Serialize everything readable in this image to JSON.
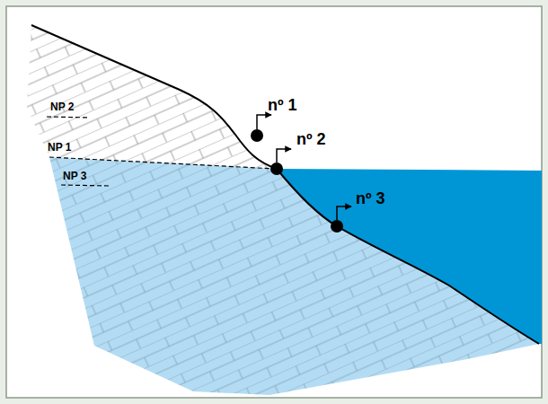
{
  "diagram": {
    "labels": [
      "NP 2",
      "NP 1",
      "NP 3",
      "nº 1",
      "nº 2",
      "nº 3"
    ]
  }
}
